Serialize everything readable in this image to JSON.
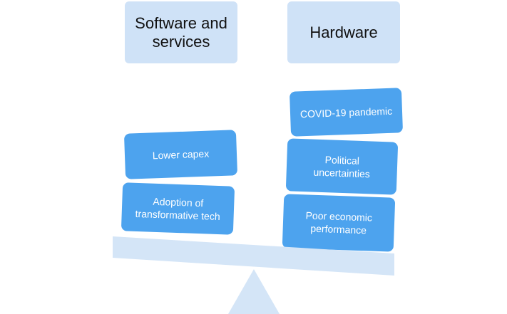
{
  "headers": {
    "left": "Software and services",
    "right": "Hardware"
  },
  "left_blocks": [
    {
      "label": "Lower capex"
    },
    {
      "label": "Adoption of transformative tech"
    }
  ],
  "right_blocks": [
    {
      "label": "COVID-19 pandemic"
    },
    {
      "label": "Political uncertainties"
    },
    {
      "label": "Poor economic performance"
    }
  ],
  "colors": {
    "header_fill": "#cfe2f7",
    "block_fill": "#4da3ee",
    "plank_fill": "#d4e5f7",
    "fulcrum_fill": "#d4e5f7"
  }
}
